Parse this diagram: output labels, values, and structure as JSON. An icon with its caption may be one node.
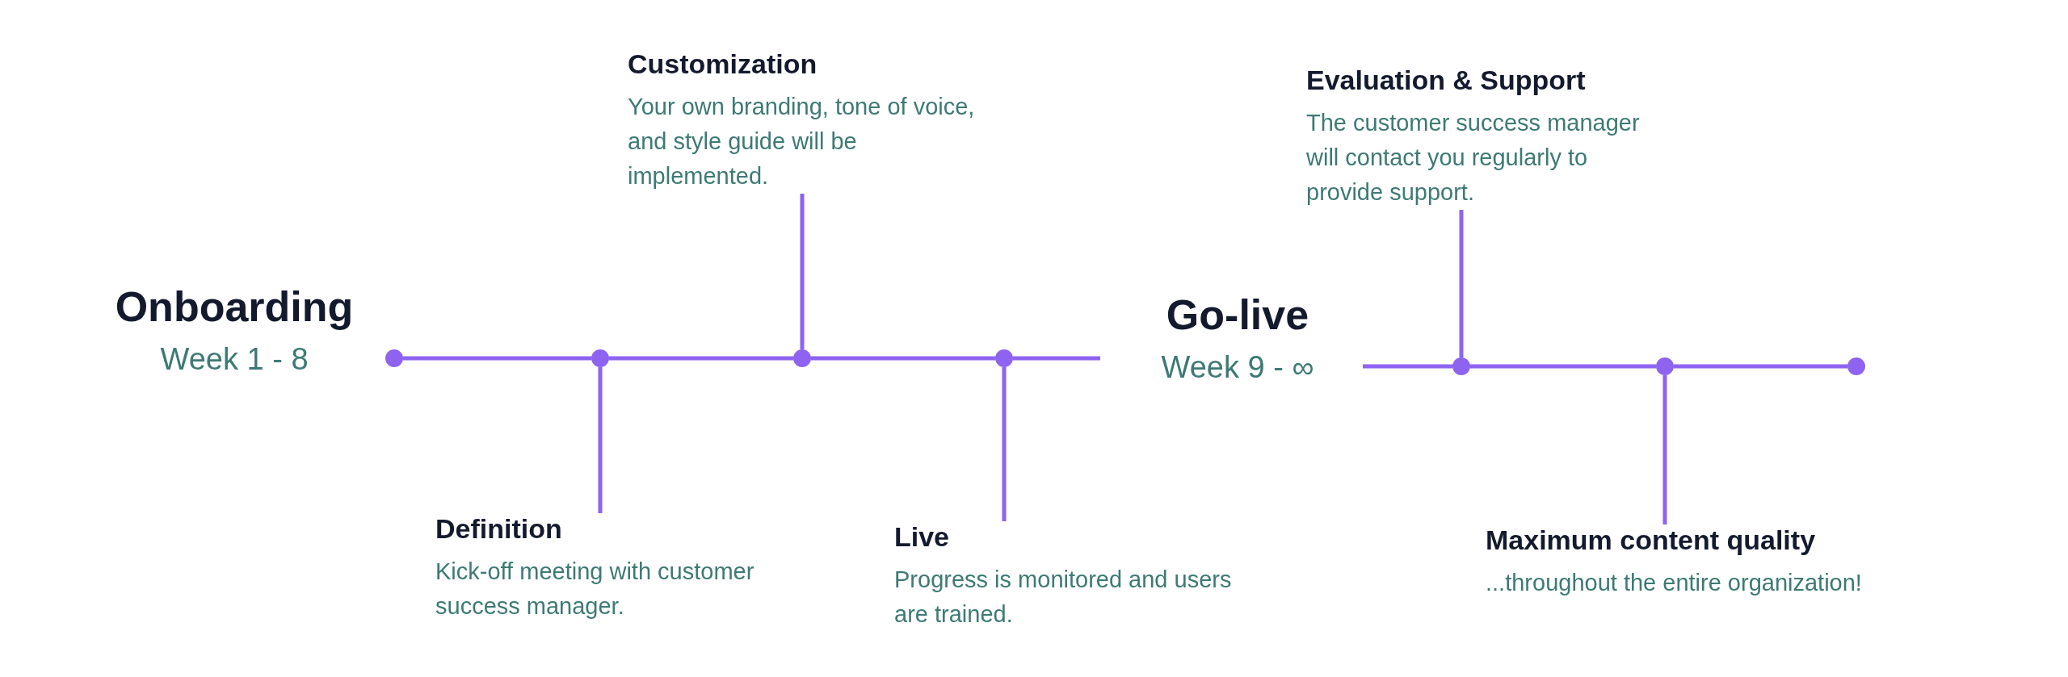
{
  "diagram": {
    "nodes": [
      {
        "text": [
          "Onboarding",
          "Week 1 - 8"
        ]
      },
      {
        "text": [
          "Customization",
          "Your own branding, tone of voice, and style guide will be implemented."
        ]
      },
      {
        "text": [
          "Definition",
          "Kick-off meeting with customer success manager."
        ]
      },
      {
        "text": [
          "Live",
          "Progress is monitored and users are trained."
        ]
      },
      {
        "text": [
          "Go-live",
          "Week 9 - ∞"
        ]
      },
      {
        "text": [
          "Evaluation & Support",
          "The customer success manager will contact you regularly to provide support."
        ]
      },
      {
        "text": [
          "Maximum content quality",
          "...throughout the entire organization!"
        ]
      },
      {
        "text": [],
        "shape": "circle"
      },
      {
        "text": [],
        "shape": "circle"
      },
      {
        "text": [],
        "shape": "circle"
      },
      {
        "text": [],
        "shape": "circle"
      },
      {
        "text": [],
        "shape": "circle"
      },
      {
        "text": [],
        "shape": "circle"
      },
      {
        "text": [],
        "shape": "circle"
      }
    ],
    "edges": [
      {
        "from": 7,
        "to": 8,
        "arrow": "none"
      },
      {
        "from": 8,
        "to": 9,
        "arrow": "none"
      },
      {
        "from": 9,
        "to": 10,
        "arrow": "none"
      },
      {
        "from": 10,
        "to": null,
        "arrow": "none"
      },
      {
        "from": null,
        "to": 11,
        "arrow": "none"
      },
      {
        "from": 11,
        "to": 12,
        "arrow": "none"
      },
      {
        "from": 12,
        "to": 13,
        "arrow": "none"
      },
      {
        "from": 1,
        "to": 9,
        "arrow": "none"
      },
      {
        "from": 2,
        "to": 8,
        "arrow": "none"
      },
      {
        "from": 3,
        "to": 10,
        "arrow": "none"
      },
      {
        "from": 5,
        "to": 11,
        "arrow": "none"
      },
      {
        "from": 6,
        "to": 12,
        "arrow": "none"
      }
    ]
  }
}
